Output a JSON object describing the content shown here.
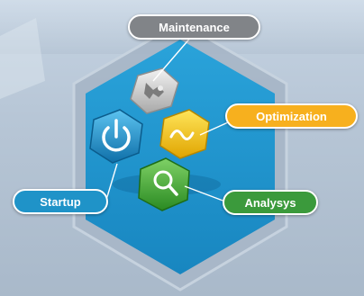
{
  "diagram": {
    "labels": {
      "maintenance": "Maintenance",
      "optimization": "Optimization",
      "startup": "Startup",
      "analysys": "Analysys"
    },
    "hexagons": {
      "maintenance": {
        "icon": "wrench-icon",
        "color": "#c9c9c9"
      },
      "optimization": {
        "icon": "wave-icon",
        "color": "#f2c20f"
      },
      "startup": {
        "icon": "power-icon",
        "color": "#1f93c8"
      },
      "analysys": {
        "icon": "magnifier-icon",
        "color": "#35a02b"
      }
    },
    "colors": {
      "maintenance": "#818488",
      "optimization": "#f7b01e",
      "startup": "#1f93c8",
      "analysys": "#3b9a3c",
      "panel": "#1f97d1",
      "frame": "#9aabbd"
    }
  }
}
